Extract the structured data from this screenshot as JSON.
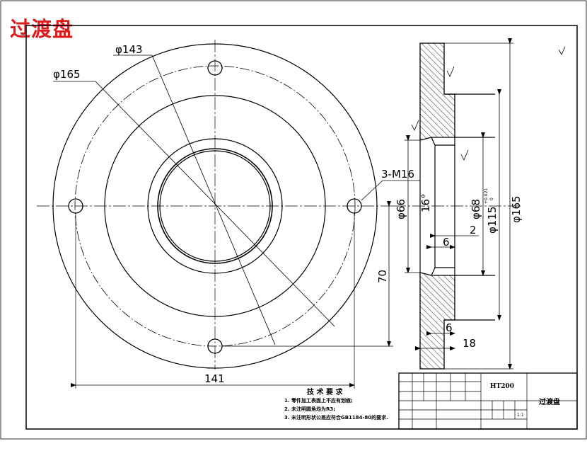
{
  "title": "过渡盘",
  "dimensions": {
    "d143": "φ143",
    "d165_left": "φ165",
    "hole_callout": "3-M16",
    "vertical_70": "70",
    "horizontal_141": "141",
    "d66": "φ66",
    "angle_16": "16°",
    "d68": "φ68",
    "d115": "φ115",
    "d115_tol_upper": "+0.021",
    "d115_tol_lower": "0",
    "d165_right": "φ165",
    "dim_2": "2",
    "dim_6_a": "6",
    "dim_6_b": "6",
    "dim_18": "18"
  },
  "tech_requirements": {
    "heading": "技 术 要 求",
    "items": [
      "1. 零件加工表面上不应有划痕;",
      "2. 未注明圆角均为R3;",
      "3. 未注明形状公差应符合GB1184-80的要求."
    ]
  },
  "title_block": {
    "material": "HT200",
    "part_name": "过渡盘",
    "scale": "1:1"
  }
}
